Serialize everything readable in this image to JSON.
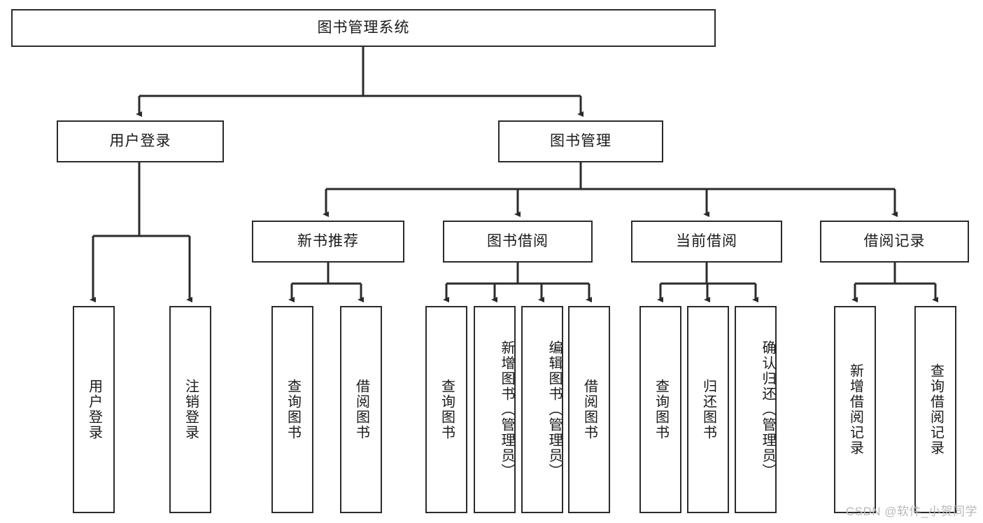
{
  "diagram": {
    "title": "图书管理系统",
    "type": "tree-structure-chart",
    "watermark": "CSDN @软件_小贺同学",
    "colors": {
      "stroke": "#2b2b2b",
      "fill": "#ffffff",
      "text": "#1a1a1a",
      "watermark": "#b9b9b9"
    },
    "root": {
      "label": "图书管理系统"
    },
    "level2": [
      {
        "label": "用户登录"
      },
      {
        "label": "图书管理"
      }
    ],
    "level3": [
      {
        "label": "新书推荐"
      },
      {
        "label": "图书借阅"
      },
      {
        "label": "当前借阅"
      },
      {
        "label": "借阅记录"
      }
    ],
    "leaves": {
      "user_login": [
        {
          "label": "用户登录"
        },
        {
          "label": "注销登录"
        }
      ],
      "new_book_recommend": [
        {
          "label": "查询图书"
        },
        {
          "label": "借阅图书"
        }
      ],
      "book_borrow": [
        {
          "label": "查询图书"
        },
        {
          "label": "新增图书（管理员）"
        },
        {
          "label": "编辑图书（管理员）"
        },
        {
          "label": "借阅图书"
        }
      ],
      "current_borrow": [
        {
          "label": "查询图书"
        },
        {
          "label": "归还图书"
        },
        {
          "label": "确认归还（管理员）"
        }
      ],
      "borrow_record": [
        {
          "label": "新增借阅记录"
        },
        {
          "label": "查询借阅记录"
        }
      ]
    }
  }
}
